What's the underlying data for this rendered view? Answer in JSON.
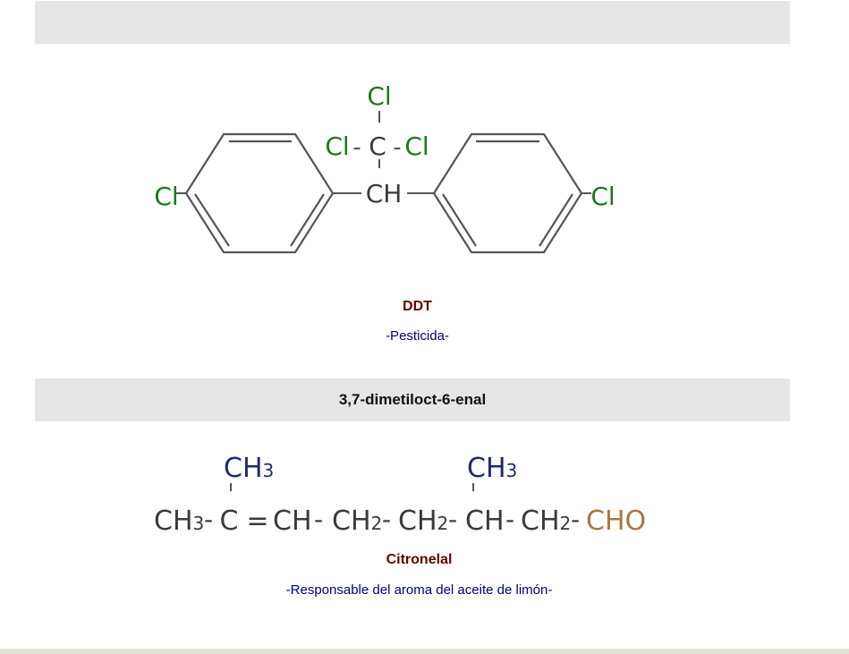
{
  "header_bar": {
    "text": ""
  },
  "ddt": {
    "formula": {
      "cl_top": "Cl",
      "cl_left": "Cl",
      "carbon": "C",
      "cl_right": "Cl",
      "ch": "CH",
      "cl_ring_left": "Cl",
      "cl_ring_right": "Cl",
      "dash": "-"
    },
    "name": "DDT",
    "description": "-Pesticida-"
  },
  "citronelal": {
    "heading": "3,7-dimetiloct-6-enal",
    "formula": {
      "ch3_branch_1": "CH",
      "ch3_branch_2": "CH",
      "sub_3": "3",
      "sub_2": "2",
      "ch3_start": "CH",
      "c": "C",
      "double_bond": "=",
      "ch": "CH",
      "ch2": "CH",
      "cho": "CHO",
      "dash": "-"
    },
    "name": "Citronelal",
    "description": "-Responsable del aroma del aceite de limón-"
  },
  "colors": {
    "chlorine": "#1a7a1a",
    "bond": "#555555",
    "carbon_chain": "#3a3a3a",
    "methyl": "#1f2a6e",
    "aldehyde": "#a8783e",
    "name_color": "#660000",
    "desc_color": "#000080"
  }
}
